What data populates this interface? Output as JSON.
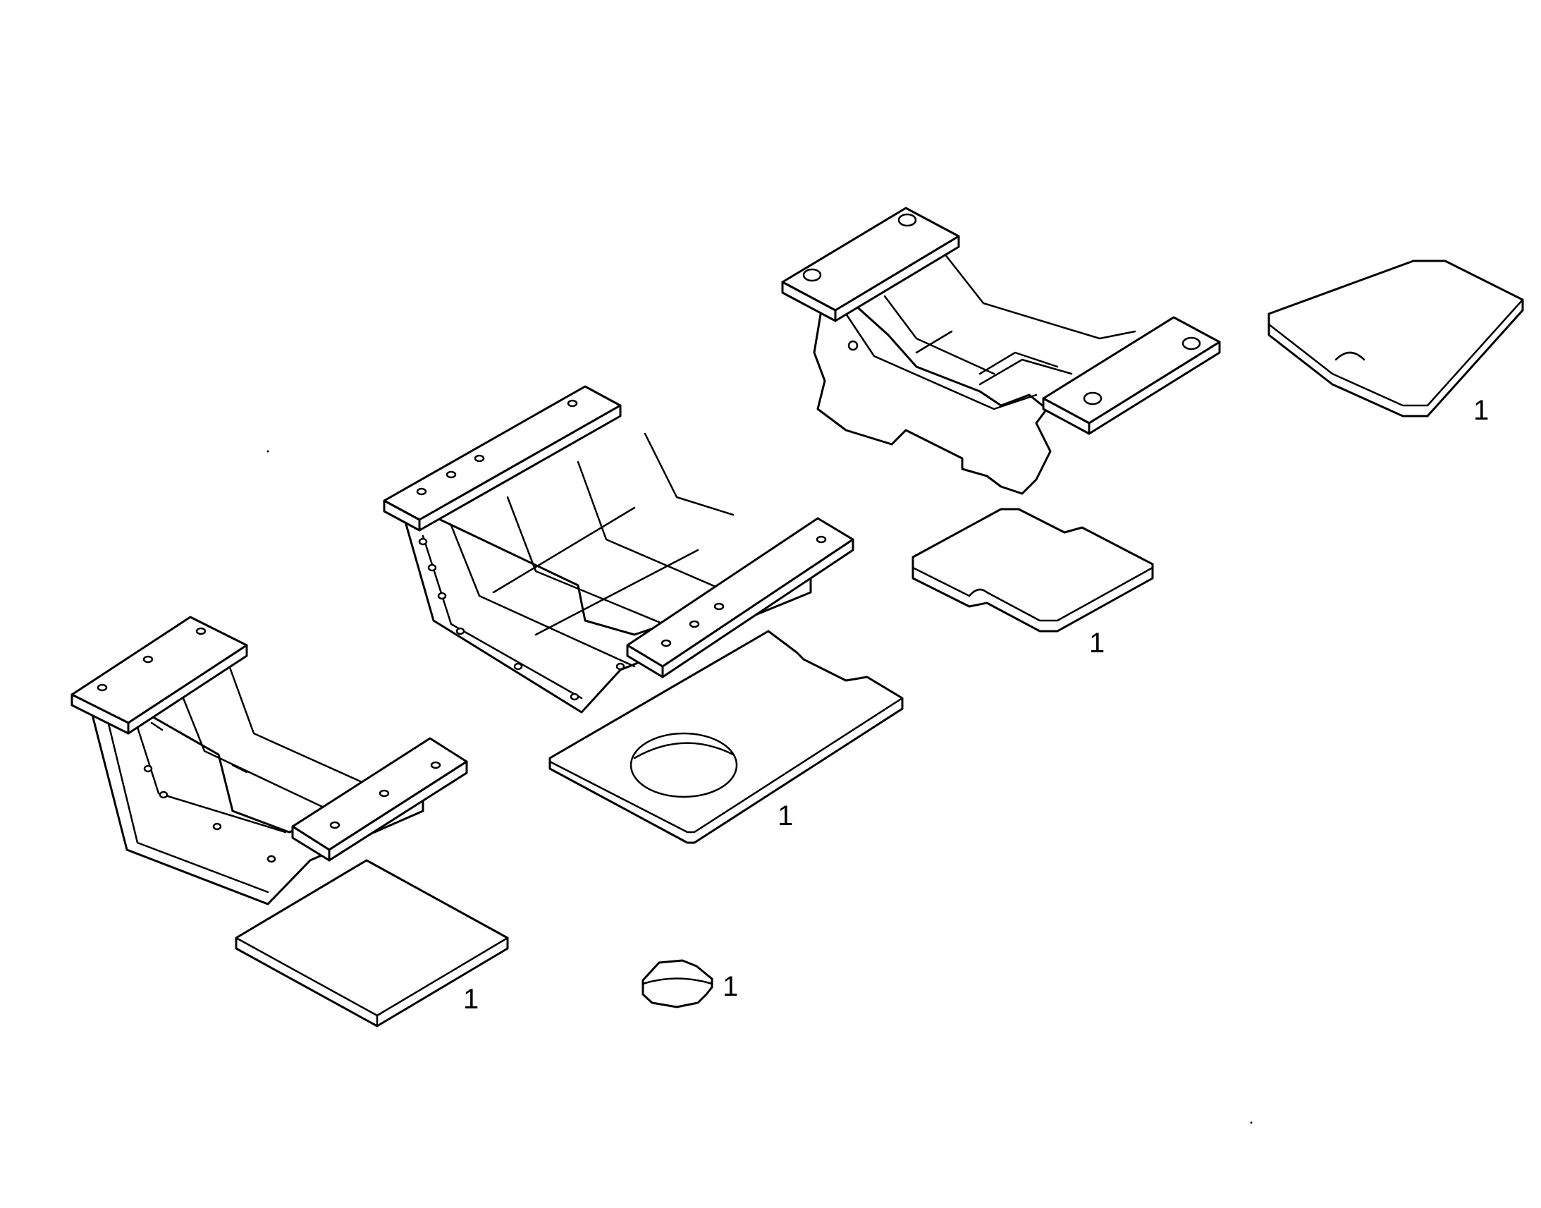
{
  "callouts": {
    "plate_large_right": "1",
    "plate_notched_mid": "1",
    "plate_with_hole": "1",
    "plate_square": "1",
    "small_washer": "1"
  },
  "colors": {
    "line": "#000000",
    "background": "#ffffff"
  }
}
